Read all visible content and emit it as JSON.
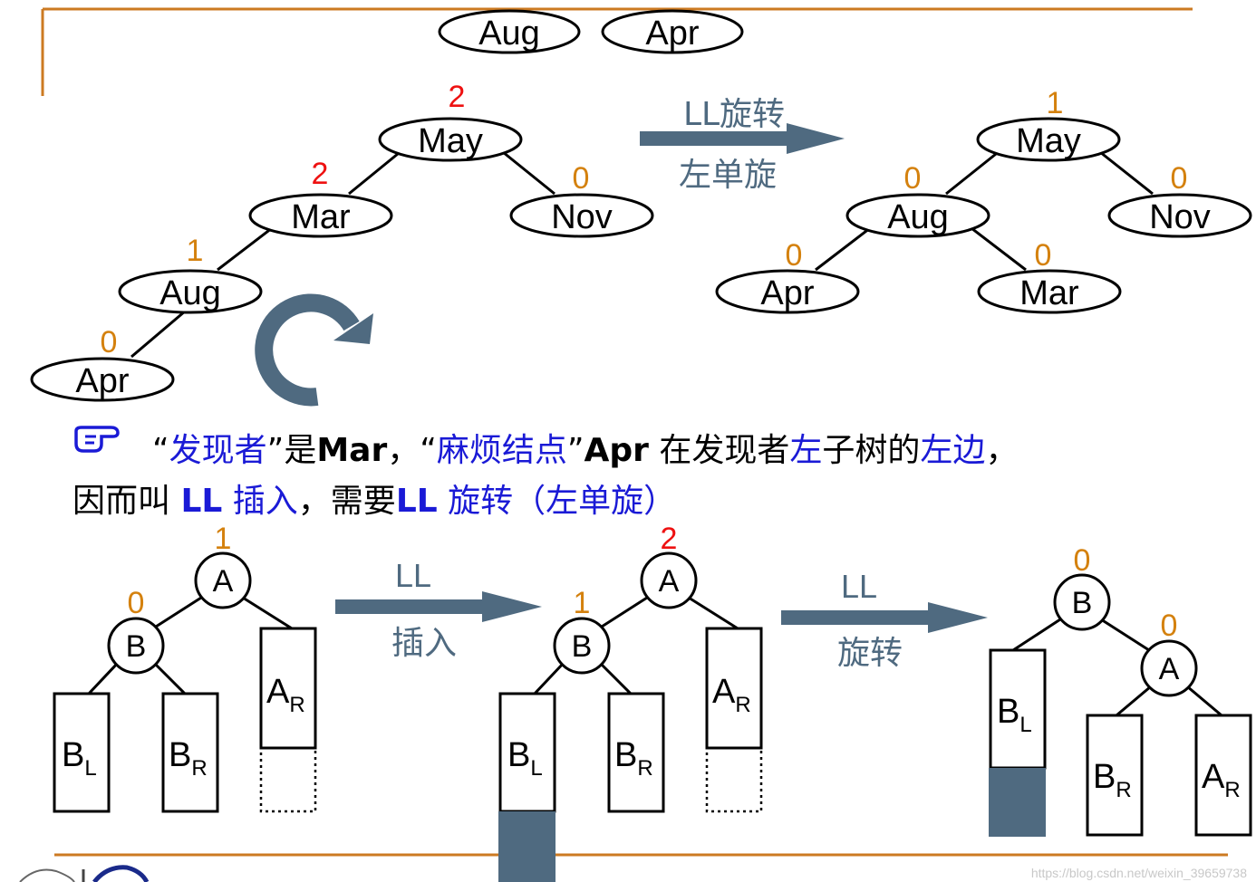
{
  "colors": {
    "frame_line": "#cc7a22",
    "red_factor": "#ee1111",
    "orange_factor": "#d4810e",
    "arrow": "#4f6a80",
    "label_slate": "#4f6a80",
    "highlight_blue": "#1a1ad6",
    "fill_block": "#4f6a80"
  },
  "top_inserted": [
    "Aug",
    "Apr"
  ],
  "tree_before": {
    "nodes": {
      "may": {
        "label": "May",
        "factor": "2"
      },
      "mar": {
        "label": "Mar",
        "factor": "2"
      },
      "nov": {
        "label": "Nov",
        "factor": "0"
      },
      "aug": {
        "label": "Aug",
        "factor": "1"
      },
      "apr": {
        "label": "Apr",
        "factor": "0"
      }
    }
  },
  "rotation_arrow_label_1": "LL旋转",
  "rotation_arrow_label_2": "左单旋",
  "tree_after": {
    "nodes": {
      "may": {
        "label": "May",
        "factor": "1"
      },
      "aug": {
        "label": "Aug",
        "factor": "0"
      },
      "nov": {
        "label": "Nov",
        "factor": "0"
      },
      "apr": {
        "label": "Apr",
        "factor": "0"
      },
      "mar": {
        "label": "Mar",
        "factor": "0"
      }
    }
  },
  "explanation": {
    "hand_icon": "pointing-hand-icon",
    "q1_open": "“",
    "finder_term": "发现者",
    "q1_close": "”是",
    "finder_value": "Mar",
    "comma1": "，",
    "q2_open": "“",
    "trouble_term": "麻烦结点",
    "q2_close": "”",
    "trouble_value": "Apr",
    "text_a": " 在发现者",
    "left1": "左",
    "text_b": "子树的",
    "left2": "左边",
    "comma2": "，",
    "line2_a": "因而叫 ",
    "ll1": "LL",
    "line2_b": " 插入",
    "line2_c": "，需要",
    "ll2": "LL",
    "line2_d": " 旋转（左单旋）"
  },
  "generic_diagram": {
    "stage1": {
      "A_factor": "1",
      "B_factor": "0",
      "A": "A",
      "B": "B",
      "BL": "B",
      "BL_sub": "L",
      "BR": "B",
      "BR_sub": "R",
      "AR": "A",
      "AR_sub": "R"
    },
    "arrow1_label_1": "LL",
    "arrow1_label_2": "插入",
    "stage2": {
      "A_factor": "2",
      "B_factor": "1",
      "A": "A",
      "B": "B",
      "BL": "B",
      "BL_sub": "L",
      "BR": "B",
      "BR_sub": "R",
      "AR": "A",
      "AR_sub": "R"
    },
    "arrow2_label_1": "LL",
    "arrow2_label_2": "旋转",
    "stage3": {
      "B_factor": "0",
      "A_factor": "0",
      "A": "A",
      "B": "B",
      "BL": "B",
      "BL_sub": "L",
      "BR": "B",
      "BR_sub": "R",
      "AR": "A",
      "AR_sub": "R"
    }
  },
  "watermark": "https://blog.csdn.net/weixin_39659738"
}
